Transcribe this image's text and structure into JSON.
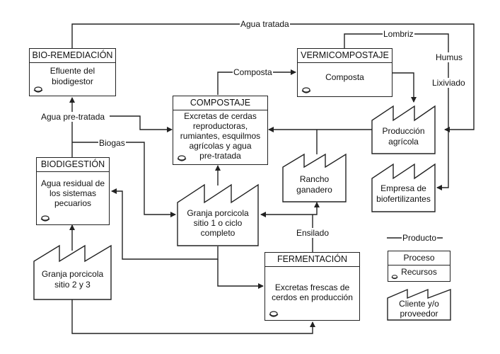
{
  "processes": {
    "bioremediacion": {
      "title": "BIO-REMEDIACIÓN",
      "content": [
        "Efluente del",
        "biodigestor"
      ]
    },
    "vermicompostaje": {
      "title": "VERMICOMPOSTAJE",
      "content": [
        "Composta"
      ]
    },
    "compostaje": {
      "title": "COMPOSTAJE",
      "content": [
        "Excretas de cerdas",
        "reproductoras,",
        "rumiantes, esquilmos",
        "agrícolas y agua",
        "pre-tratada"
      ]
    },
    "biodigestion": {
      "title": "BIODIGESTIÓN",
      "content": [
        "Agua residual de",
        "los sistemas",
        "pecuarios"
      ]
    },
    "fermentacion": {
      "title": "FERMENTACIÓN",
      "content": [
        "Excretas frescas de",
        "cerdos en producción"
      ]
    }
  },
  "actors": {
    "produccion_agricola": [
      "Producción",
      "agrícola"
    ],
    "empresa_biofertilizantes": [
      "Empresa de",
      "biofertilizantes"
    ],
    "rancho_ganadero": [
      "Rancho",
      "ganadero"
    ],
    "granja_sitio1": [
      "Granja porcicola",
      "sitio 1 o ciclo",
      "completo"
    ],
    "granja_sitio23": [
      "Granja porcicola",
      "sitio 2 y 3"
    ]
  },
  "flows": {
    "agua_tratada": "Agua tratada",
    "lombriz": "Lombriz",
    "composta": "Composta",
    "humus": "Humus",
    "lixiviado": "Lixiviado",
    "agua_pretratada": "Agua pre-tratada",
    "biogas": "Biogas",
    "ensilado": "Ensilado"
  },
  "legend": {
    "product": "Producto",
    "process": "Proceso",
    "resources": "Recursos",
    "actor": [
      "Cliente y/o",
      "proveedor"
    ]
  },
  "colors": {
    "line": "#222222",
    "background": "#ffffff"
  }
}
